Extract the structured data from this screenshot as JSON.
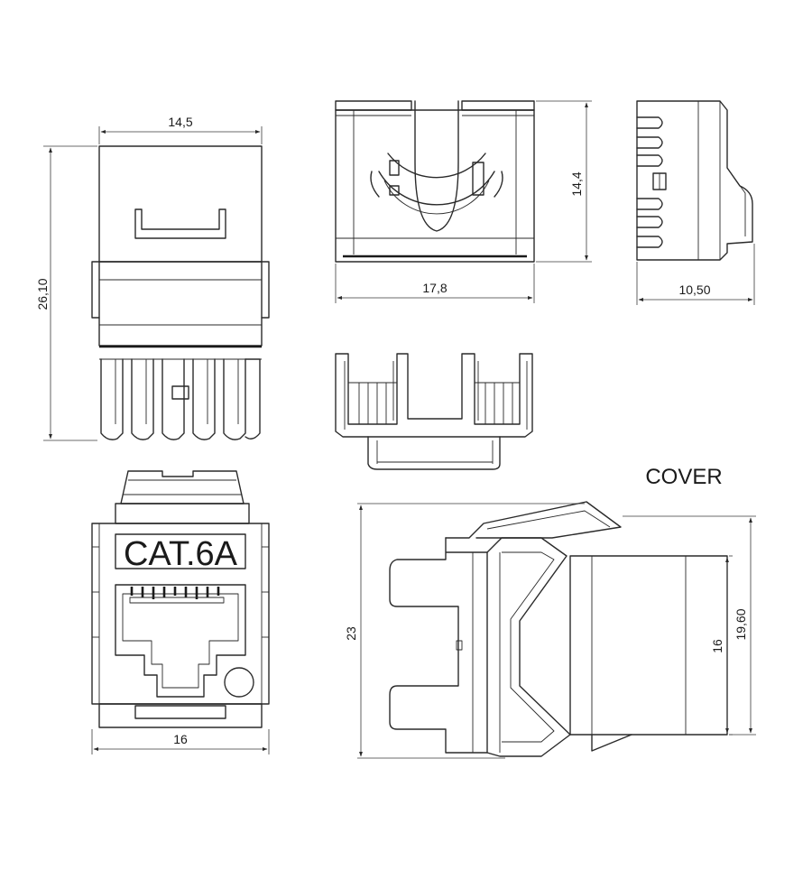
{
  "diagram": {
    "label_cover": "COVER",
    "product_marking": "CAT.6A",
    "dimensions": {
      "top_width": "14,5",
      "left_height": "26,10",
      "front_height": "14,4",
      "front_width": "17,8",
      "side_width": "10,50",
      "bottom_width": "16",
      "cover_height": "23",
      "cover_inner": "16",
      "cover_outer": "19,60"
    }
  }
}
